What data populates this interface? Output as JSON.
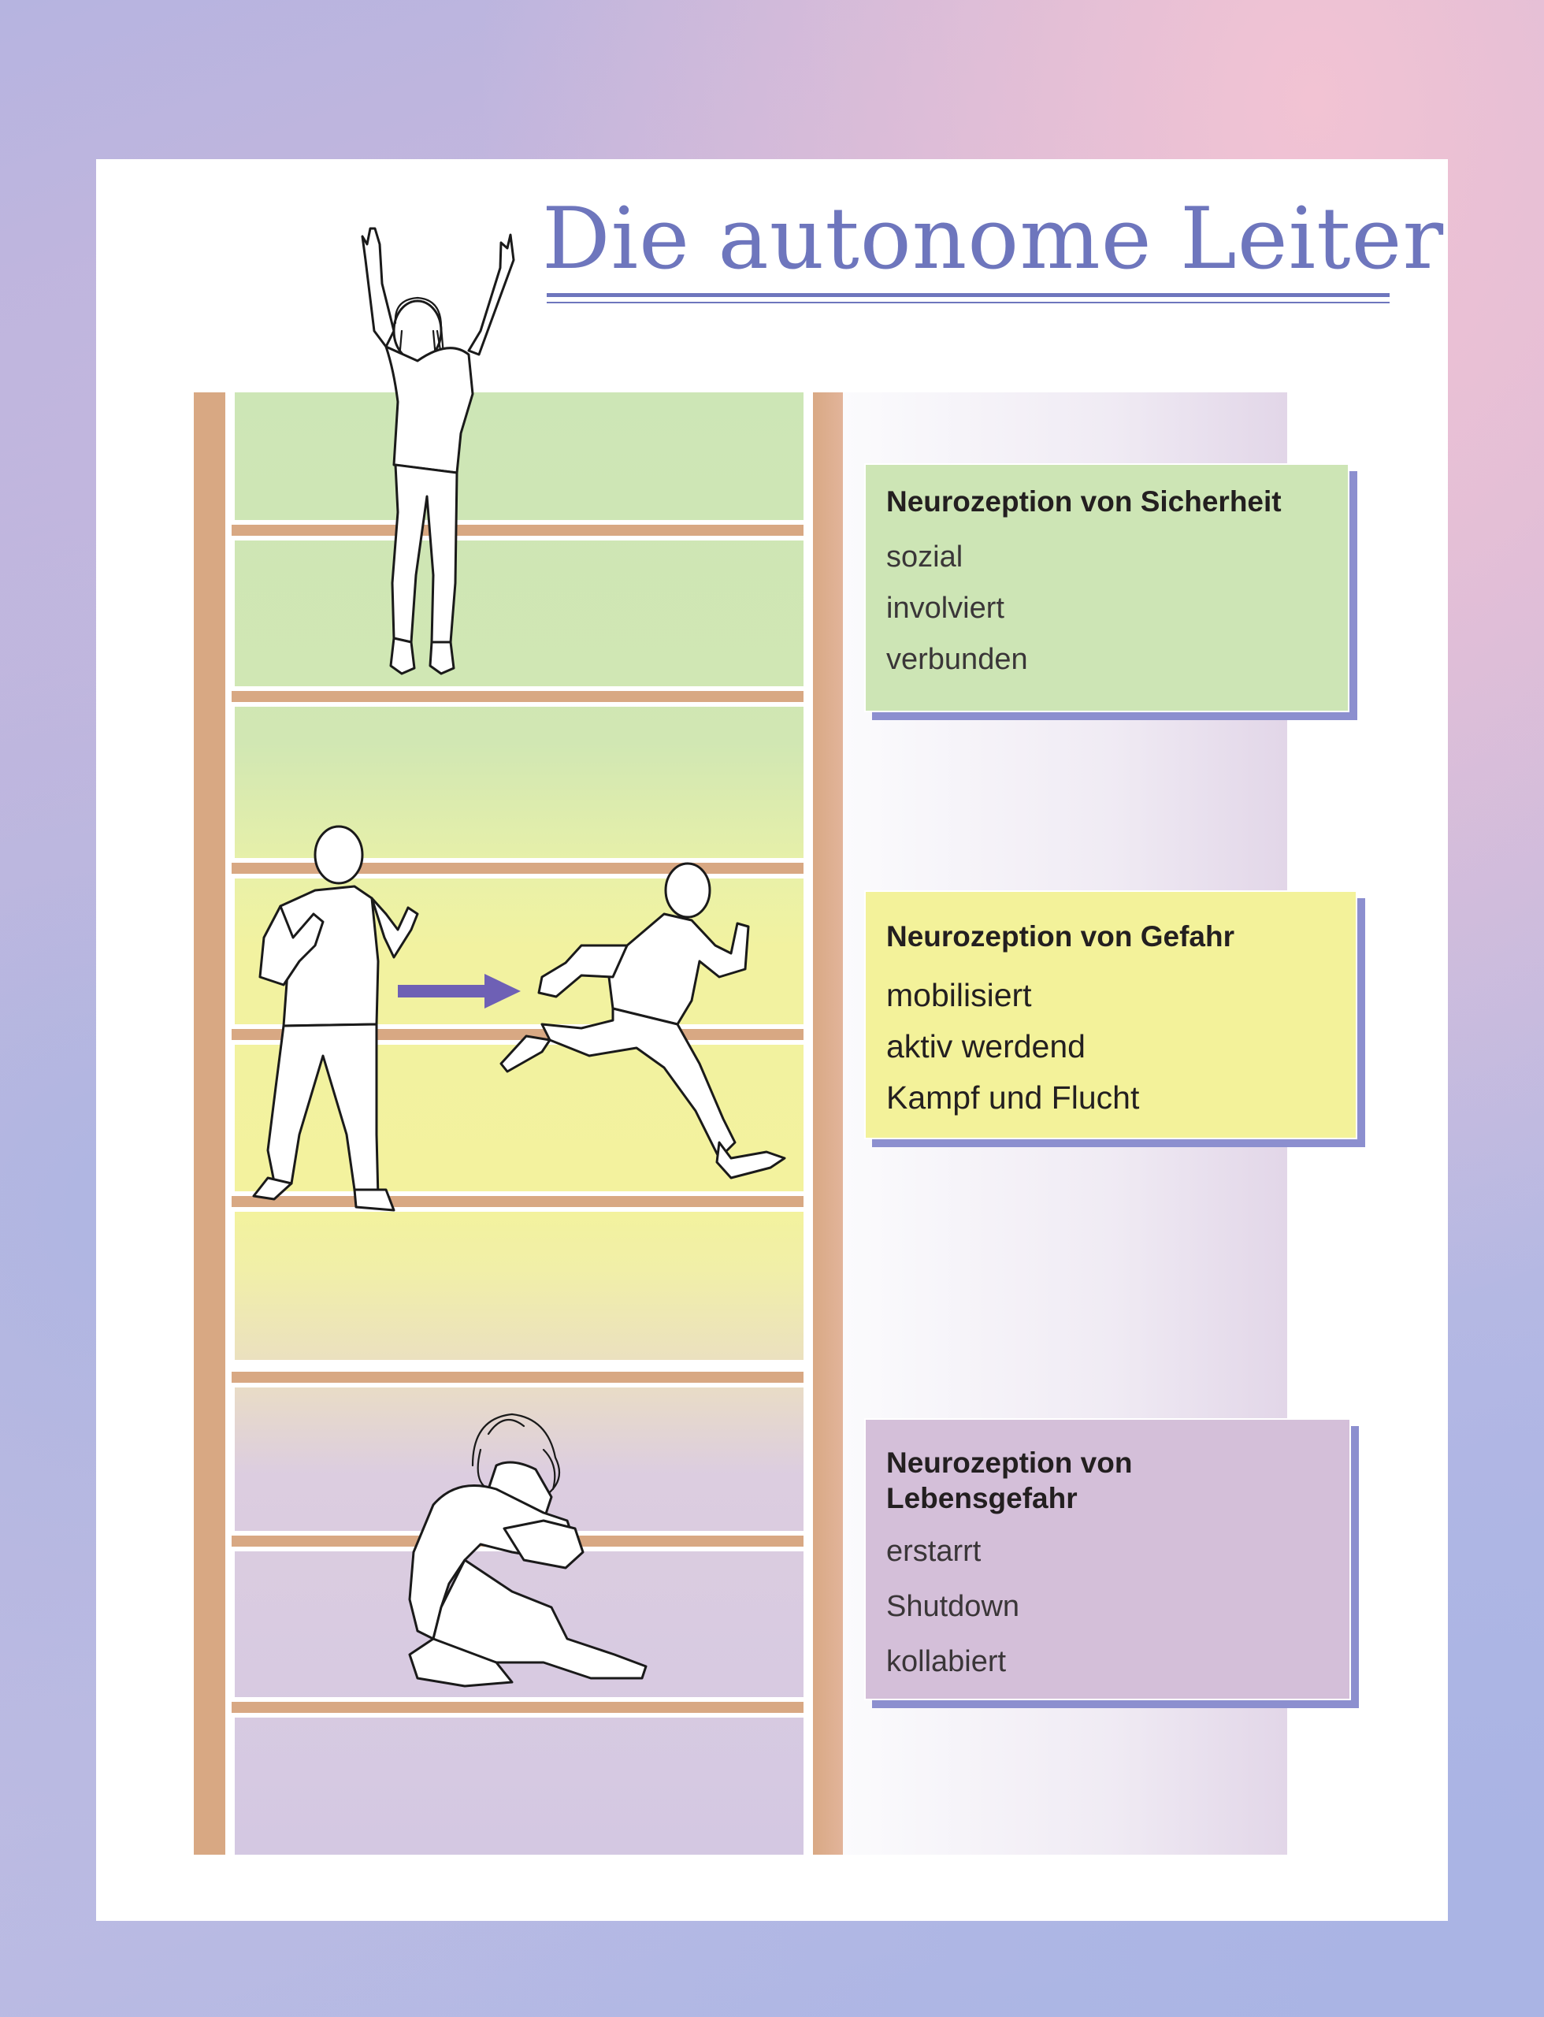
{
  "title": "Die autonome Leiter",
  "colors": {
    "accent": "#6e76bd",
    "safety": "#cde5b5",
    "danger": "#f3f29a",
    "life_threat": "#d4bfd9",
    "ladder": "#d8a883",
    "shadow": "#8c8fcf"
  },
  "states": [
    {
      "heading": "Neurozeption von Sicherheit",
      "items": [
        "sozial",
        "involviert",
        "verbunden"
      ]
    },
    {
      "heading": "Neurozeption von Gefahr",
      "items": [
        "mobilisiert",
        "aktiv werdend",
        "Kampf und Flucht"
      ]
    },
    {
      "heading": "Neurozeption von Lebensgefahr",
      "items": [
        "erstarrt",
        "Shutdown",
        "kollabiert"
      ]
    }
  ],
  "figures": {
    "top": "person-arms-raised-icon",
    "middle_left": "person-fists-raised-icon",
    "middle_right": "person-running-icon",
    "bottom": "person-crouching-icon",
    "arrow": "arrow-right-icon"
  }
}
